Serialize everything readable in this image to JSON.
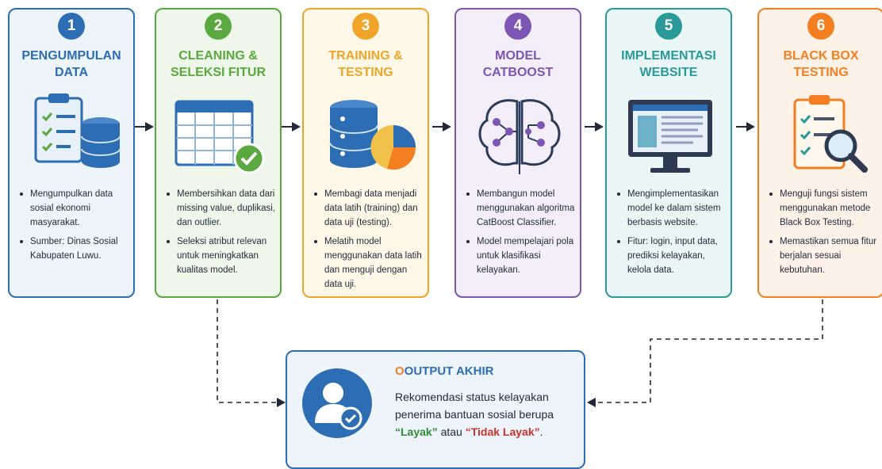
{
  "steps": [
    {
      "number": "1",
      "title": [
        "PENGUMPULAN",
        "DATA"
      ],
      "bullets": [
        "Mengumpulkan data sosial ekonomi masyarakat.",
        "Sumber: Dinas Sosial Kabupaten Luwu."
      ],
      "icon": "clipboard-database-icon",
      "color": "#2d6db3",
      "bg": "#edf4fb"
    },
    {
      "number": "2",
      "title": [
        "CLEANING &",
        "SELEKSI FITUR"
      ],
      "bullets": [
        "Membersihkan data dari missing value, duplikasi, dan outlier.",
        "Seleksi atribut relevan untuk meningkatkan kualitas model."
      ],
      "icon": "table-check-icon",
      "color": "#5aa83f",
      "bg": "#eef7e9"
    },
    {
      "number": "3",
      "title": [
        "TRAINING &",
        "TESTING"
      ],
      "bullets": [
        "Membagi data menjadi data latih (training) dan data uji (testing).",
        "Melatih model menggunakan data latih dan menguji dengan data uji."
      ],
      "icon": "database-pie-icon",
      "color": "#f0a52a",
      "bg": "#fff8e8"
    },
    {
      "number": "4",
      "title": [
        "MODEL",
        "CATBOOST"
      ],
      "bullets": [
        "Membangun model menggunakan algoritma CatBoost Classifier.",
        "Model mempelajari pola untuk klasifikasi kelayakan."
      ],
      "icon": "brain-network-icon",
      "color": "#7d55b5",
      "bg": "#f3eefa"
    },
    {
      "number": "5",
      "title": [
        "IMPLEMENTASI",
        "WEBSITE"
      ],
      "bullets": [
        "Mengimplementasikan model ke dalam sistem berbasis website.",
        "Fitur: login, input data, prediksi kelayakan, kelola data."
      ],
      "icon": "monitor-website-icon",
      "color": "#2a9a99",
      "bg": "#eaf6f6"
    },
    {
      "number": "6",
      "title": [
        "BLACK BOX",
        "TESTING"
      ],
      "bullets": [
        "Menguji fungsi sistem menggunakan metode Black Box Testing.",
        "Memastikan semua fitur berjalan sesuai kebutuhan."
      ],
      "icon": "clipboard-magnifier-icon",
      "color": "#f47f20",
      "bg": "#fef1e8"
    }
  ],
  "output": {
    "title_first": "O",
    "title_rest": "OUTPUT AKHIR",
    "text_before": "Rekomendasi status kelayakan penerima bantuan sosial berupa ",
    "quote_open_1": "“",
    "layak": "Layak",
    "quote_close_1": "”",
    "text_mid": " atau ",
    "quote_open_2": "“",
    "tidak_layak": "Tidak Layak",
    "quote_close_2": "”",
    "text_end": ".",
    "icon": "user-check-icon",
    "color": "#2d6db3",
    "green": "#2e8b2e",
    "red": "#d22f27"
  }
}
